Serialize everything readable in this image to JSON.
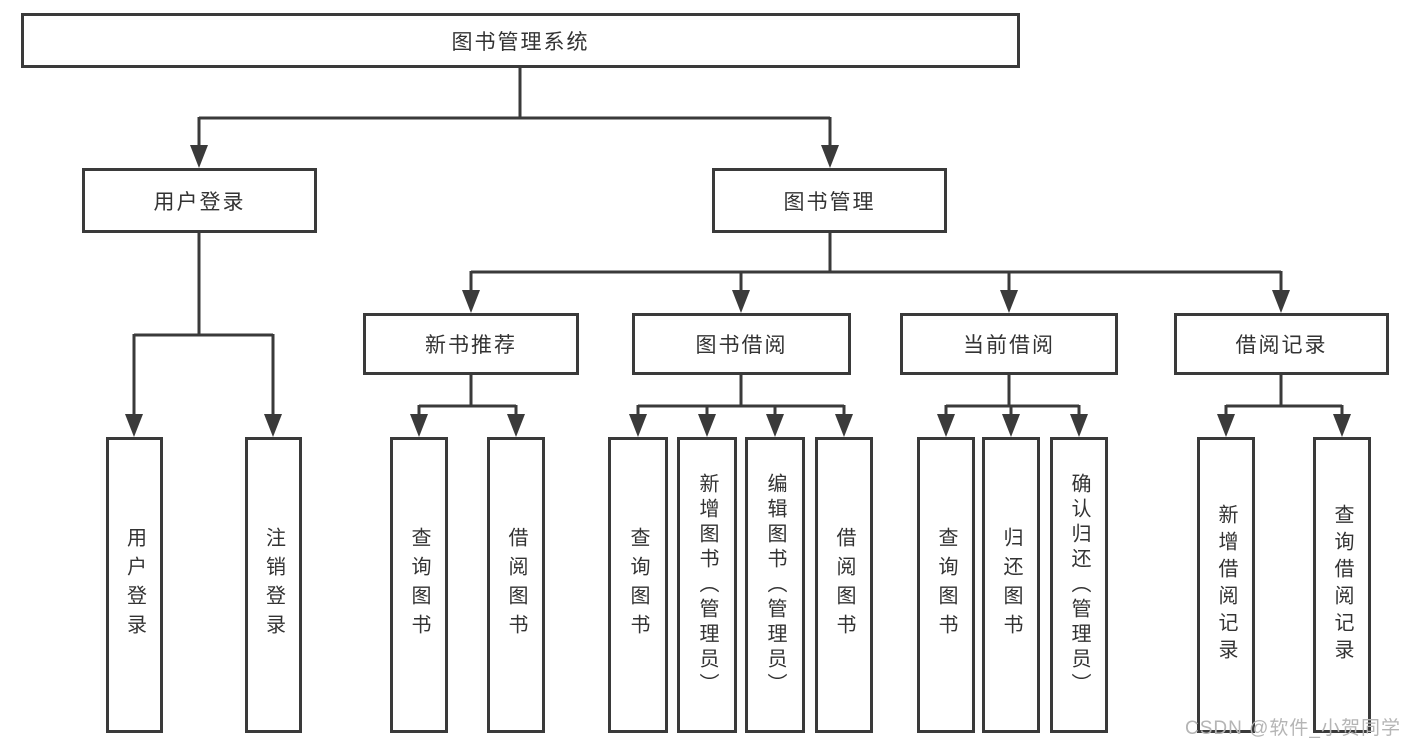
{
  "diagram": {
    "title": "图书管理系统",
    "root": {
      "label": "图书管理系统"
    },
    "level2": [
      {
        "label": "用户登录"
      },
      {
        "label": "图书管理"
      }
    ],
    "level3": [
      {
        "label": "新书推荐"
      },
      {
        "label": "图书借阅"
      },
      {
        "label": "当前借阅"
      },
      {
        "label": "借阅记录"
      }
    ],
    "leaves": {
      "login": [
        "用户登录",
        "注销登录"
      ],
      "recommend": [
        "查询图书",
        "借阅图书"
      ],
      "borrow": [
        "查询图书",
        "新增图书（管理员）",
        "编辑图书（管理员）",
        "借阅图书"
      ],
      "current": [
        "查询图书",
        "归还图书",
        "确认归还（管理员）"
      ],
      "records": [
        "新增借阅记录",
        "查询借阅记录"
      ]
    }
  },
  "watermark": "CSDN @软件_小贺同学",
  "colors": {
    "line": "#3a3a3a",
    "text": "#333333",
    "watermark": "#b5b5b5",
    "background": "#ffffff"
  }
}
